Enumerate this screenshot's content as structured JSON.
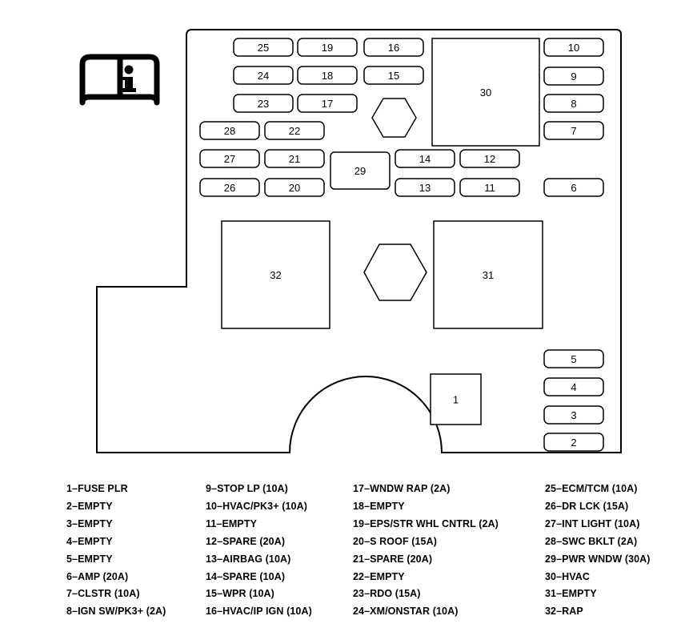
{
  "fuses": [
    {
      "id": "25",
      "label": "25"
    },
    {
      "id": "19",
      "label": "19"
    },
    {
      "id": "16",
      "label": "16"
    },
    {
      "id": "24",
      "label": "24"
    },
    {
      "id": "18",
      "label": "18"
    },
    {
      "id": "15",
      "label": "15"
    },
    {
      "id": "23",
      "label": "23"
    },
    {
      "id": "17",
      "label": "17"
    },
    {
      "id": "28",
      "label": "28"
    },
    {
      "id": "22",
      "label": "22"
    },
    {
      "id": "27",
      "label": "27"
    },
    {
      "id": "21",
      "label": "21"
    },
    {
      "id": "26",
      "label": "26"
    },
    {
      "id": "20",
      "label": "20"
    },
    {
      "id": "14",
      "label": "14"
    },
    {
      "id": "12",
      "label": "12"
    },
    {
      "id": "13",
      "label": "13"
    },
    {
      "id": "11",
      "label": "11"
    },
    {
      "id": "10",
      "label": "10"
    },
    {
      "id": "9",
      "label": "9"
    },
    {
      "id": "8",
      "label": "8"
    },
    {
      "id": "7",
      "label": "7"
    },
    {
      "id": "6",
      "label": "6"
    },
    {
      "id": "5",
      "label": "5"
    },
    {
      "id": "4",
      "label": "4"
    },
    {
      "id": "3",
      "label": "3"
    },
    {
      "id": "2",
      "label": "2"
    }
  ],
  "relays": [
    {
      "id": "30",
      "label": "30"
    },
    {
      "id": "29",
      "label": "29"
    },
    {
      "id": "32",
      "label": "32"
    },
    {
      "id": "31",
      "label": "31"
    },
    {
      "id": "1",
      "label": "1"
    }
  ],
  "legend": {
    "columns": [
      [
        "1–FUSE PLR",
        "2–EMPTY",
        "3–EMPTY",
        "4–EMPTY",
        "5–EMPTY",
        "6–AMP (20A)",
        "7–CLSTR (10A)",
        "8–IGN SW/PK3+ (2A)"
      ],
      [
        "9–STOP LP (10A)",
        "10–HVAC/PK3+ (10A)",
        "11–EMPTY",
        "12–SPARE (20A)",
        "13–AIRBAG (10A)",
        "14–SPARE (10A)",
        "15–WPR (10A)",
        "16–HVAC/IP IGN (10A)"
      ],
      [
        "17–WNDW RAP (2A)",
        "18–EMPTY",
        "19–EPS/STR WHL CNTRL (2A)",
        "20–S ROOF (15A)",
        "21–SPARE (20A)",
        "22–EMPTY",
        "23–RDO (15A)",
        "24–XM/ONSTAR (10A)"
      ],
      [
        "25–ECM/TCM (10A)",
        "26–DR LCK (15A)",
        "27–INT LIGHT (10A)",
        "28–SWC BKLT (2A)",
        "29–PWR WNDW (30A)",
        "30–HVAC",
        "31–EMPTY",
        "32–RAP"
      ]
    ]
  }
}
